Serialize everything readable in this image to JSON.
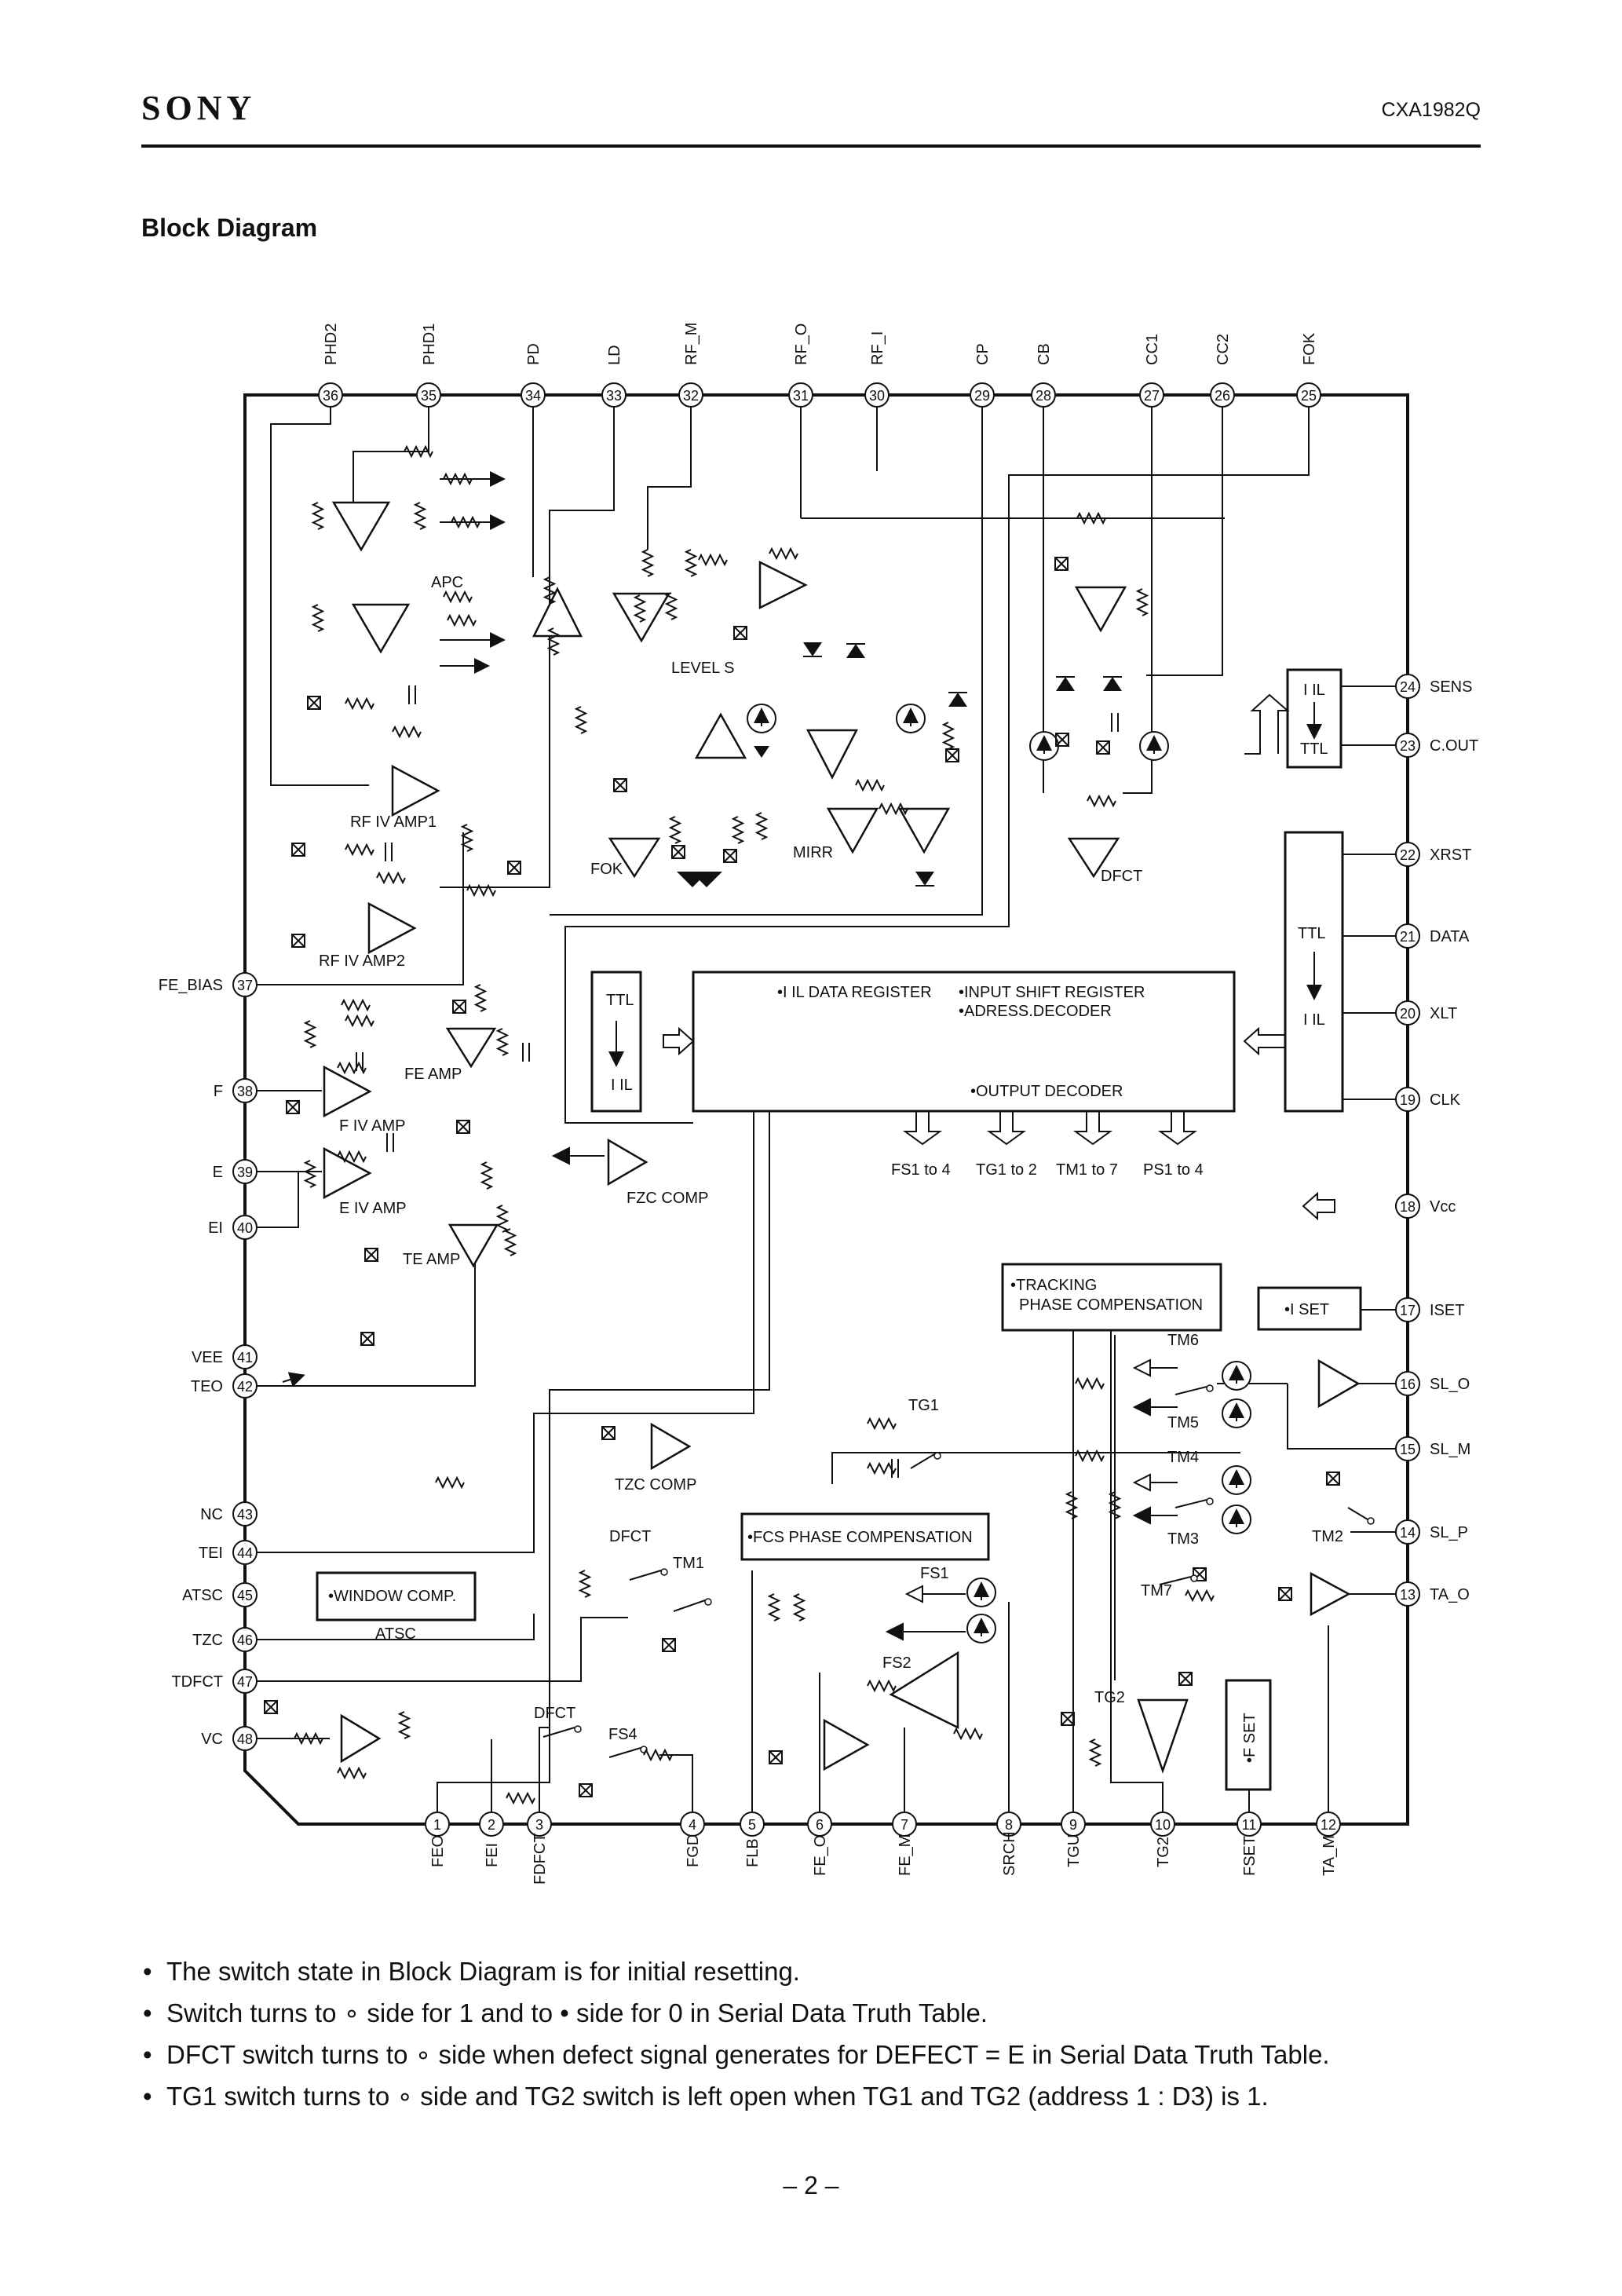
{
  "header": {
    "logo": "SONY",
    "part_number": "CXA1982Q"
  },
  "section_title": "Block Diagram",
  "pins": {
    "top": [
      {
        "num": "36",
        "name": "PHD2"
      },
      {
        "num": "35",
        "name": "PHD1"
      },
      {
        "num": "34",
        "name": "PD"
      },
      {
        "num": "33",
        "name": "LD"
      },
      {
        "num": "32",
        "name": "RF_M"
      },
      {
        "num": "31",
        "name": "RF_O"
      },
      {
        "num": "30",
        "name": "RF_I"
      },
      {
        "num": "29",
        "name": "CP"
      },
      {
        "num": "28",
        "name": "CB"
      },
      {
        "num": "27",
        "name": "CC1"
      },
      {
        "num": "26",
        "name": "CC2"
      },
      {
        "num": "25",
        "name": "FOK"
      }
    ],
    "right": [
      {
        "num": "24",
        "name": "SENS"
      },
      {
        "num": "23",
        "name": "C.OUT"
      },
      {
        "num": "22",
        "name": "XRST"
      },
      {
        "num": "21",
        "name": "DATA"
      },
      {
        "num": "20",
        "name": "XLT"
      },
      {
        "num": "19",
        "name": "CLK"
      },
      {
        "num": "18",
        "name": "Vcc"
      },
      {
        "num": "17",
        "name": "ISET"
      },
      {
        "num": "16",
        "name": "SL_O"
      },
      {
        "num": "15",
        "name": "SL_M"
      },
      {
        "num": "14",
        "name": "SL_P"
      },
      {
        "num": "13",
        "name": "TA_O"
      }
    ],
    "left": [
      {
        "num": "37",
        "name": "FE_BIAS"
      },
      {
        "num": "38",
        "name": "F"
      },
      {
        "num": "39",
        "name": "E"
      },
      {
        "num": "40",
        "name": "EI"
      },
      {
        "num": "41",
        "name": "VEE"
      },
      {
        "num": "42",
        "name": "TEO"
      },
      {
        "num": "43",
        "name": "NC"
      },
      {
        "num": "44",
        "name": "TEI"
      },
      {
        "num": "45",
        "name": "ATSC"
      },
      {
        "num": "46",
        "name": "TZC"
      },
      {
        "num": "47",
        "name": "TDFCT"
      },
      {
        "num": "48",
        "name": "VC"
      }
    ],
    "bottom": [
      {
        "num": "1",
        "name": "FEO"
      },
      {
        "num": "2",
        "name": "FEI"
      },
      {
        "num": "3",
        "name": "FDFCT"
      },
      {
        "num": "4",
        "name": "FGD"
      },
      {
        "num": "5",
        "name": "FLB"
      },
      {
        "num": "6",
        "name": "FE_O"
      },
      {
        "num": "7",
        "name": "FE_M"
      },
      {
        "num": "8",
        "name": "SRCH"
      },
      {
        "num": "9",
        "name": "TGU"
      },
      {
        "num": "10",
        "name": "TG2"
      },
      {
        "num": "11",
        "name": "FSET"
      },
      {
        "num": "12",
        "name": "TA_M"
      }
    ]
  },
  "labels": {
    "apc": "APC",
    "level_s": "LEVEL S",
    "rf_iv_amp1": "RF IV AMP1",
    "rf_iv_amp2": "RF IV AMP2",
    "fok": "FOK",
    "mirr": "MIRR",
    "dfct": "DFCT",
    "fe_amp": "FE AMP",
    "f_iv_amp": "F IV AMP",
    "e_iv_amp": "E IV AMP",
    "te_amp": "TE AMP",
    "fzc_comp": "FZC COMP",
    "tzc_comp": "TZC COMP",
    "atsc": "ATSC",
    "dfct_sw1": "DFCT",
    "dfct_sw2": "DFCT",
    "tm1": "TM1",
    "fs4": "FS4",
    "fs1": "FS1",
    "fs2": "FS2",
    "tg1": "TG1",
    "tg2": "TG2",
    "tm2": "TM2",
    "tm3": "TM3",
    "tm4": "TM4",
    "tm5": "TM5",
    "tm6": "TM6",
    "tm7": "TM7",
    "ttl_top": "TTL",
    "iil_top": "I IL",
    "iil_right": "I IL",
    "ttl_right": "TTL",
    "ttl_left": "TTL",
    "iil_left": "I IL"
  },
  "blocks": {
    "register_l1": "•I IL DATA REGISTER",
    "register_l2": "•INPUT SHIFT REGISTER",
    "register_l3": "•ADRESS.DECODER",
    "register_l4": "•OUTPUT DECODER",
    "window_comp": "•WINDOW COMP.",
    "tracking_l1": "•TRACKING",
    "tracking_l2": "PHASE COMPENSATION",
    "iset_block": "•I SET",
    "fcs_phase": "•FCS PHASE COMPENSATION",
    "fset_block": "•F SET"
  },
  "outputs": [
    "FS1 to 4",
    "TG1 to 2",
    "TM1 to 7",
    "PS1 to 4"
  ],
  "notes": [
    "The switch state in Block Diagram is for initial resetting.",
    "Switch turns to ∘ side for 1 and to • side for 0 in Serial Data Truth Table.",
    "DFCT switch turns to ∘ side when defect signal generates for DEFECT = E in Serial Data Truth Table.",
    "TG1 switch turns to ∘ side and TG2 switch is left open when TG1 and TG2 (address 1 : D3) is 1."
  ],
  "page_number": "– 2 –"
}
